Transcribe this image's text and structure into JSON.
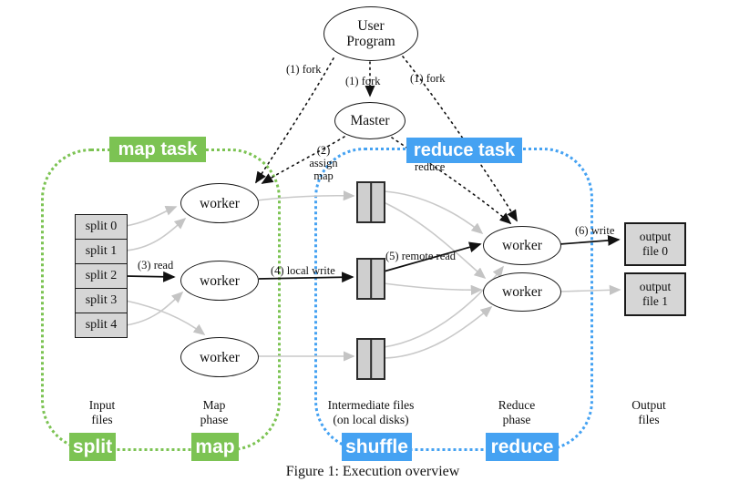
{
  "colors": {
    "green": "#7cc353",
    "blue": "#45a2f2",
    "box-fill": "#d6d6d6",
    "edge-gray": "#c9c9c9",
    "ink": "#111111"
  },
  "caption": "Figure 1: Execution overview",
  "nodes": {
    "user_program": [
      "User",
      "Program"
    ],
    "master": "Master",
    "worker": "worker"
  },
  "splits": [
    "split 0",
    "split 1",
    "split 2",
    "split 3",
    "split 4"
  ],
  "outputs": {
    "file0": [
      "output",
      "file 0"
    ],
    "file1": [
      "output",
      "file 1"
    ]
  },
  "edge_labels": {
    "fork_left": "(1) fork",
    "fork_mid": "(1) fork",
    "fork_right": "(1) fork",
    "assign_map": [
      "(2)",
      "assign",
      "map"
    ],
    "assign_reduce_partial": "reduce",
    "read": "(3) read",
    "local_write": "(4) local write",
    "remote_read": "(5) remote read",
    "write": "(6) write"
  },
  "overlay_labels": {
    "map_task": "map task",
    "reduce_task": "reduce task",
    "split": "split",
    "map": "map",
    "shuffle": "shuffle",
    "reduce": "reduce"
  },
  "phase_captions": {
    "input": [
      "Input",
      "files"
    ],
    "map": [
      "Map",
      "phase"
    ],
    "intermediate": [
      "Intermediate files",
      "(on local disks)"
    ],
    "reduce": [
      "Reduce",
      "phase"
    ],
    "output": [
      "Output",
      "files"
    ]
  }
}
